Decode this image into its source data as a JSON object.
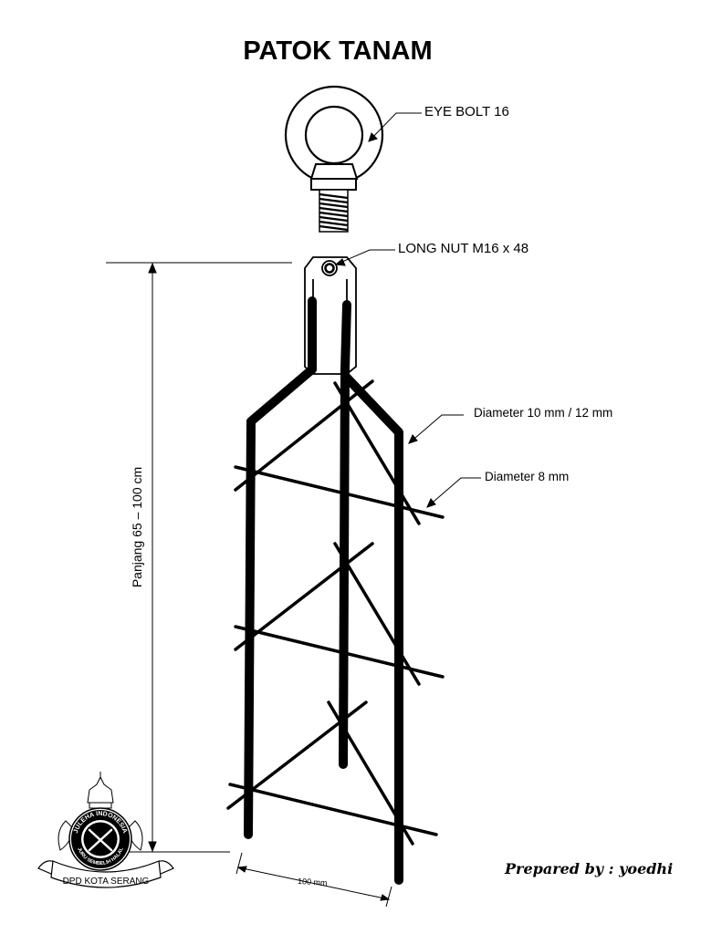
{
  "title": "PATOK TANAM",
  "labels": {
    "eye_bolt": "EYE BOLT 16",
    "long_nut": "LONG NUT M16 x 48",
    "diameter_main": "Diameter 10 mm / 12 mm",
    "diameter_tie": "Diameter 8 mm",
    "length": "Panjang 65 – 100 cm",
    "width": "100 mm"
  },
  "credit": "Prepared by : yoedhi",
  "logo": {
    "ring_text": "JULEHA INDONESIA",
    "ring_text_bottom": "JURU SEMBELIH HALAL",
    "banner_text": "DPD KOTA SERANG"
  },
  "colors": {
    "ink": "#000000",
    "paper": "#ffffff"
  }
}
